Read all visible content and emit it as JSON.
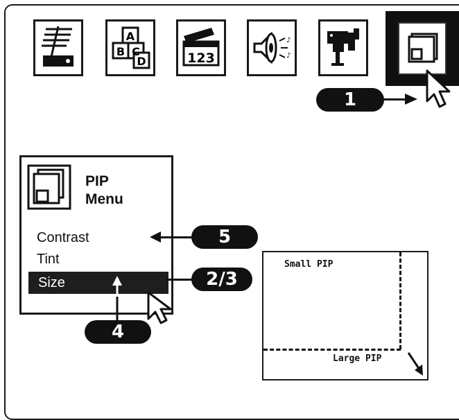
{
  "toolbar": {
    "icons": [
      {
        "name": "antenna-setup-icon"
      },
      {
        "name": "language-blocks-icon"
      },
      {
        "name": "channel-123-icon"
      },
      {
        "name": "speaker-audio-icon"
      },
      {
        "name": "video-input-icon"
      },
      {
        "name": "pip-icon"
      }
    ],
    "channel_number": "123",
    "block_letters": [
      "A",
      "B",
      "C",
      "D"
    ]
  },
  "callouts": {
    "step1": "1",
    "step5": "5",
    "step23": "2/3",
    "step4": "4"
  },
  "pip_menu": {
    "title_line1": "PIP",
    "title_line2": "Menu",
    "items": [
      {
        "label": "Contrast"
      },
      {
        "label": "Tint"
      },
      {
        "label": "Size",
        "selected": true
      }
    ]
  },
  "pip_diagram": {
    "small_label": "Small PIP",
    "large_label": "Large PIP"
  },
  "colors": {
    "ink": "#111111",
    "background": "#ffffff"
  }
}
